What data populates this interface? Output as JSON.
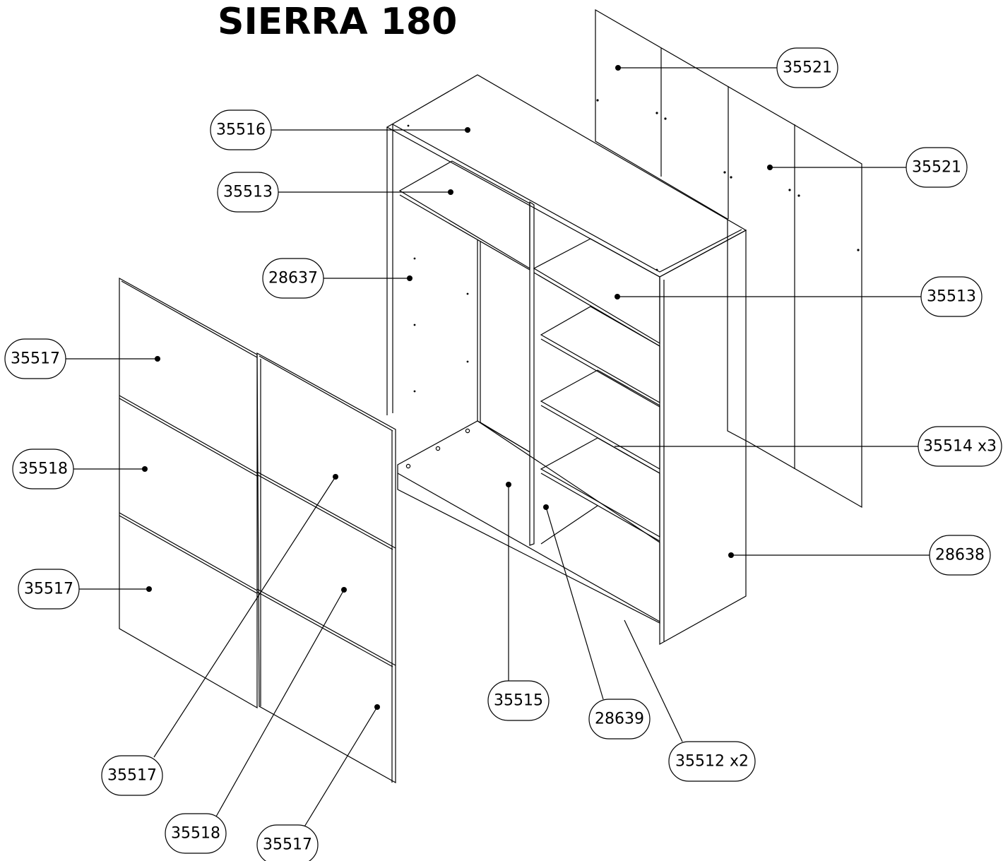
{
  "title": "SIERRA 180",
  "colors": {
    "line": "#000000",
    "background": "#ffffff"
  },
  "labels": [
    {
      "id": "label-35521-top",
      "text": "35521"
    },
    {
      "id": "label-35516",
      "text": "35516"
    },
    {
      "id": "label-35521-right",
      "text": "35521"
    },
    {
      "id": "label-35513-left",
      "text": "35513"
    },
    {
      "id": "label-28637",
      "text": "28637"
    },
    {
      "id": "label-35513-right",
      "text": "35513"
    },
    {
      "id": "label-35517-a",
      "text": "35517"
    },
    {
      "id": "label-35514",
      "text": "35514 x3"
    },
    {
      "id": "label-35518-a",
      "text": "35518"
    },
    {
      "id": "label-28638",
      "text": "28638"
    },
    {
      "id": "label-35517-b",
      "text": "35517"
    },
    {
      "id": "label-35515",
      "text": "35515"
    },
    {
      "id": "label-28639",
      "text": "28639"
    },
    {
      "id": "label-35512",
      "text": "35512 x2"
    },
    {
      "id": "label-35517-c",
      "text": "35517"
    },
    {
      "id": "label-35518-b",
      "text": "35518"
    },
    {
      "id": "label-35517-d",
      "text": "35517"
    }
  ]
}
